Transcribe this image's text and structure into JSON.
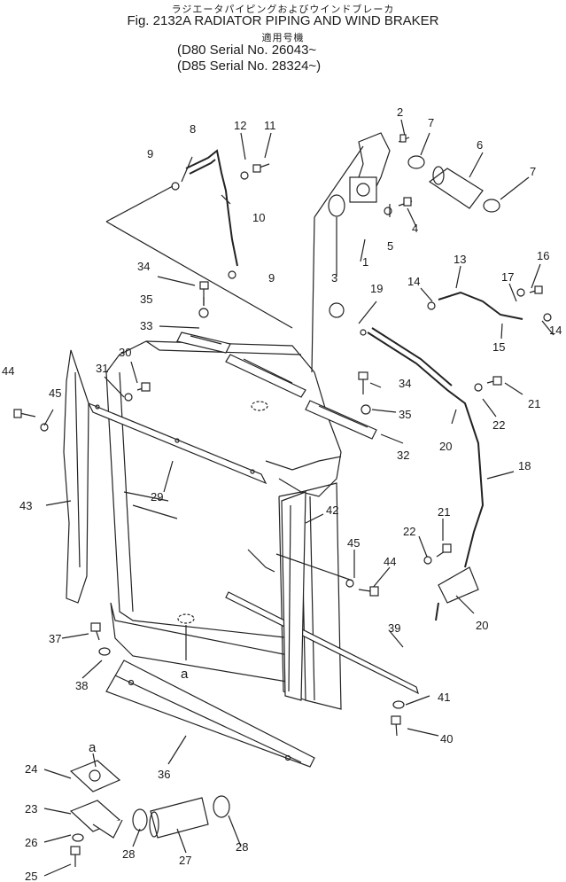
{
  "title": {
    "japanese": "ラジエータパイピングおよびウインドブレーカ",
    "main": "Fig. 2132A RADIATOR PIPING AND WIND BRAKER",
    "applicable_jp": "適用号機",
    "serial_d80": "(D80 Serial No. 26043~",
    "serial_d85": "(D85 Serial No. 28324~)"
  },
  "callouts": {
    "c1": "1",
    "c2": "2",
    "c3": "3",
    "c4": "4",
    "c5": "5",
    "c6": "6",
    "c7a": "7",
    "c7b": "7",
    "c8": "8",
    "c9a": "9",
    "c9b": "9",
    "c10": "10",
    "c11": "11",
    "c12": "12",
    "c13": "13",
    "c14a": "14",
    "c14b": "14",
    "c15": "15",
    "c16": "16",
    "c17": "17",
    "c18": "18",
    "c19": "19",
    "c20a": "20",
    "c20b": "20",
    "c21a": "21",
    "c21b": "21",
    "c22a": "22",
    "c22b": "22",
    "c23": "23",
    "c24": "24",
    "c25": "25",
    "c26": "26",
    "c27": "27",
    "c28a": "28",
    "c28b": "28",
    "c29": "29",
    "c30": "30",
    "c31": "31",
    "c32": "32",
    "c33": "33",
    "c34a": "34",
    "c34b": "34",
    "c35a": "35",
    "c35b": "35",
    "c36": "36",
    "c37": "37",
    "c38": "38",
    "c39": "39",
    "c40": "40",
    "c41": "41",
    "c42": "42",
    "c43": "43",
    "c44a": "44",
    "c44b": "44",
    "c45a": "45",
    "c45b": "45",
    "refA1": "a",
    "refA2": "a"
  }
}
